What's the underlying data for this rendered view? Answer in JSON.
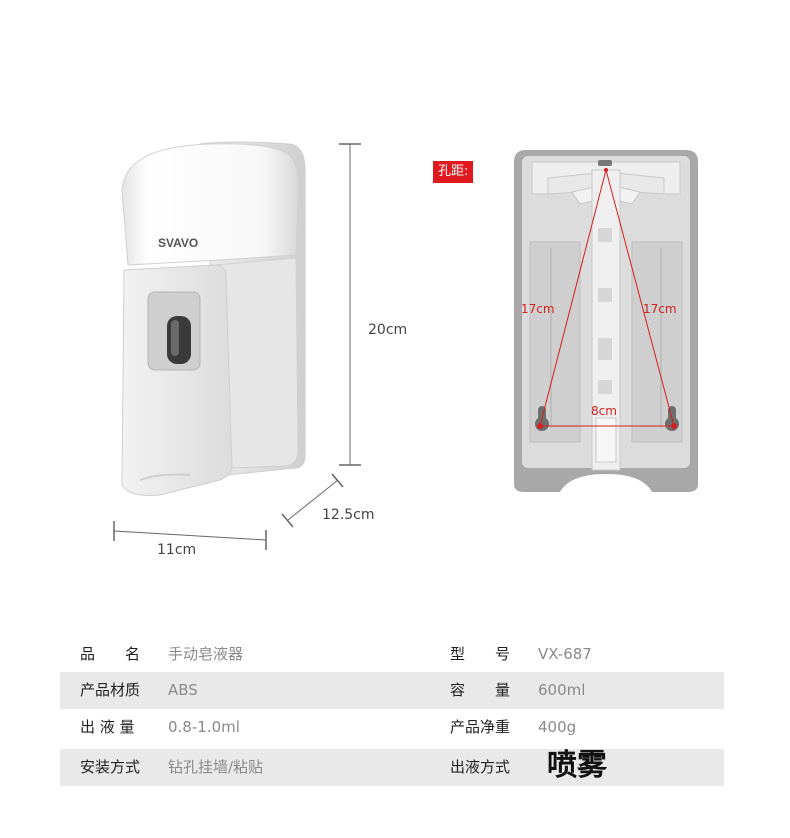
{
  "dimensions": {
    "height": "20cm",
    "depth": "12.5cm",
    "width": "11cm"
  },
  "back_view": {
    "tag": "孔距:",
    "left_diag": "17cm",
    "right_diag": "17cm",
    "bottom": "8cm"
  },
  "product": {
    "brand": "SVAVO"
  },
  "specs": [
    {
      "k1": "品　　名",
      "v1": "手动皂液器",
      "k2": "型　　号",
      "v2": "VX-687"
    },
    {
      "k1": "产品材质",
      "v1": "ABS",
      "k2": "容　　量",
      "v2": "600ml"
    },
    {
      "k1": "出 液 量",
      "v1": "0.8-1.0ml",
      "k2": "产品净重",
      "v2": "400g"
    },
    {
      "k1": "安装方式",
      "v1": "钻孔挂墙/粘贴",
      "k2": "出液方式",
      "v2": "喷雾"
    }
  ]
}
